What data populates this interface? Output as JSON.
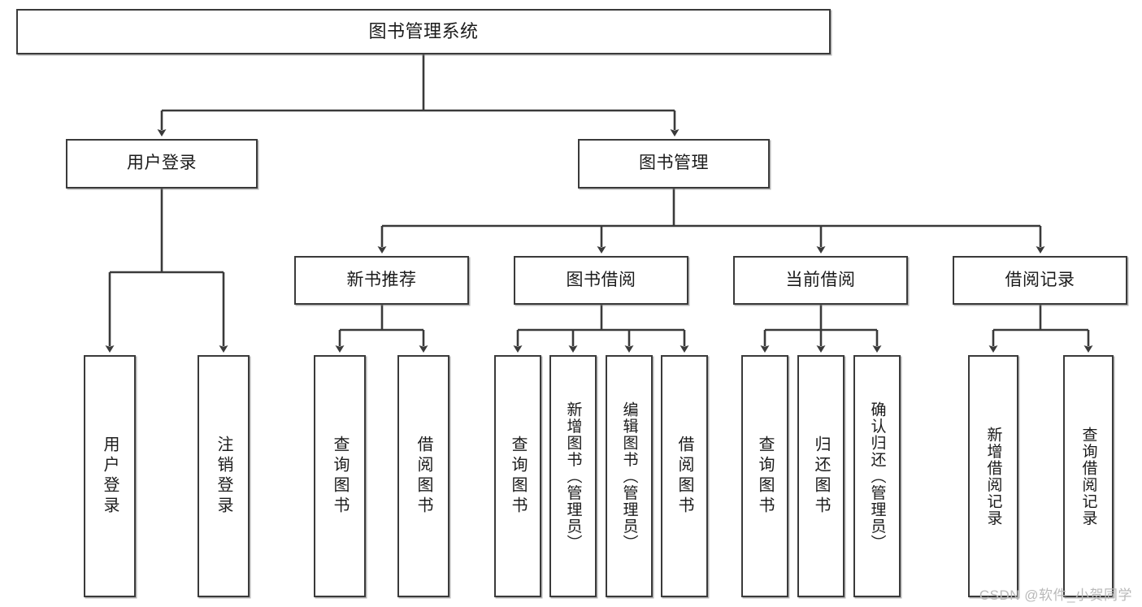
{
  "diagram": {
    "type": "tree-hierarchy",
    "title": "图书管理系统",
    "watermark": "CSDN @软件_小贺同学",
    "colors": {
      "stroke": "#3a3a3a",
      "fill": "#ffffff",
      "text": "#1b1b1b",
      "watermark": "#b9b9b9"
    },
    "nodes": {
      "root": {
        "label": "图书管理系统"
      },
      "level2": [
        {
          "id": "user-login",
          "label": "用户登录"
        },
        {
          "id": "book-manage",
          "label": "图书管理"
        }
      ],
      "level3": [
        {
          "id": "new-book-rec",
          "label": "新书推荐"
        },
        {
          "id": "book-borrow",
          "label": "图书借阅"
        },
        {
          "id": "current-borrow",
          "label": "当前借阅"
        },
        {
          "id": "borrow-record",
          "label": "借阅记录"
        }
      ],
      "leaves": {
        "user-login": [
          {
            "id": "leaf-user-login",
            "label": "用户登录"
          },
          {
            "id": "leaf-user-logout",
            "label": "注销登录"
          }
        ],
        "new-book-rec": [
          {
            "id": "leaf-query-book-1",
            "label": "查询图书"
          },
          {
            "id": "leaf-borrow-book-1",
            "label": "借阅图书"
          }
        ],
        "book-borrow": [
          {
            "id": "leaf-query-book-2",
            "label": "查询图书"
          },
          {
            "id": "leaf-add-book",
            "label": "新增图书（管理员）"
          },
          {
            "id": "leaf-edit-book",
            "label": "编辑图书（管理员）"
          },
          {
            "id": "leaf-borrow-book-2",
            "label": "借阅图书"
          }
        ],
        "current-borrow": [
          {
            "id": "leaf-query-book-3",
            "label": "查询图书"
          },
          {
            "id": "leaf-return-book",
            "label": "归还图书"
          },
          {
            "id": "leaf-confirm-return",
            "label": "确认归还（管理员）"
          }
        ],
        "borrow-record": [
          {
            "id": "leaf-add-record",
            "label": "新增借阅记录"
          },
          {
            "id": "leaf-query-record",
            "label": "查询借阅记录"
          }
        ]
      }
    }
  }
}
